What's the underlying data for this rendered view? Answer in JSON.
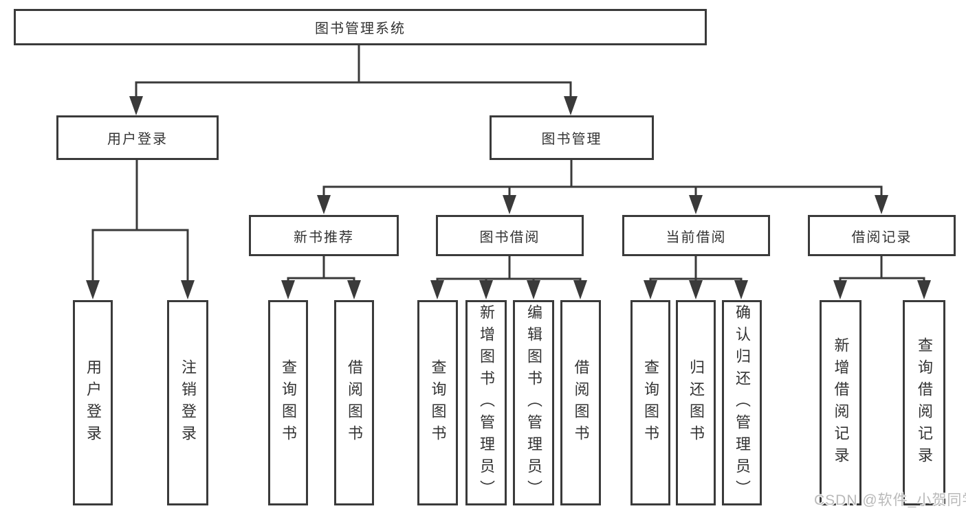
{
  "tree": {
    "root": {
      "label": "图书管理系统",
      "children": [
        {
          "label": "用户登录",
          "children": [
            {
              "label": "用户登录"
            },
            {
              "label": "注销登录"
            }
          ]
        },
        {
          "label": "图书管理",
          "children": [
            {
              "label": "新书推荐",
              "children": [
                {
                  "label": "查询图书"
                },
                {
                  "label": "借阅图书"
                }
              ]
            },
            {
              "label": "图书借阅",
              "children": [
                {
                  "label": "查询图书"
                },
                {
                  "label": "新增图书（管理员）"
                },
                {
                  "label": "编辑图书（管理员）"
                },
                {
                  "label": "借阅图书"
                }
              ]
            },
            {
              "label": "当前借阅",
              "children": [
                {
                  "label": "查询图书"
                },
                {
                  "label": "归还图书"
                },
                {
                  "label": "确认归还（管理员）"
                }
              ]
            },
            {
              "label": "借阅记录",
              "children": [
                {
                  "label": "新增借阅记录"
                },
                {
                  "label": "查询借阅记录"
                }
              ]
            }
          ]
        }
      ]
    }
  },
  "watermark": {
    "text": "CSDN @软件_小贺同学"
  },
  "colors": {
    "line": "#3a3a3a",
    "text": "#333333",
    "background": "#ffffff",
    "watermark": "#b9b9b9"
  }
}
